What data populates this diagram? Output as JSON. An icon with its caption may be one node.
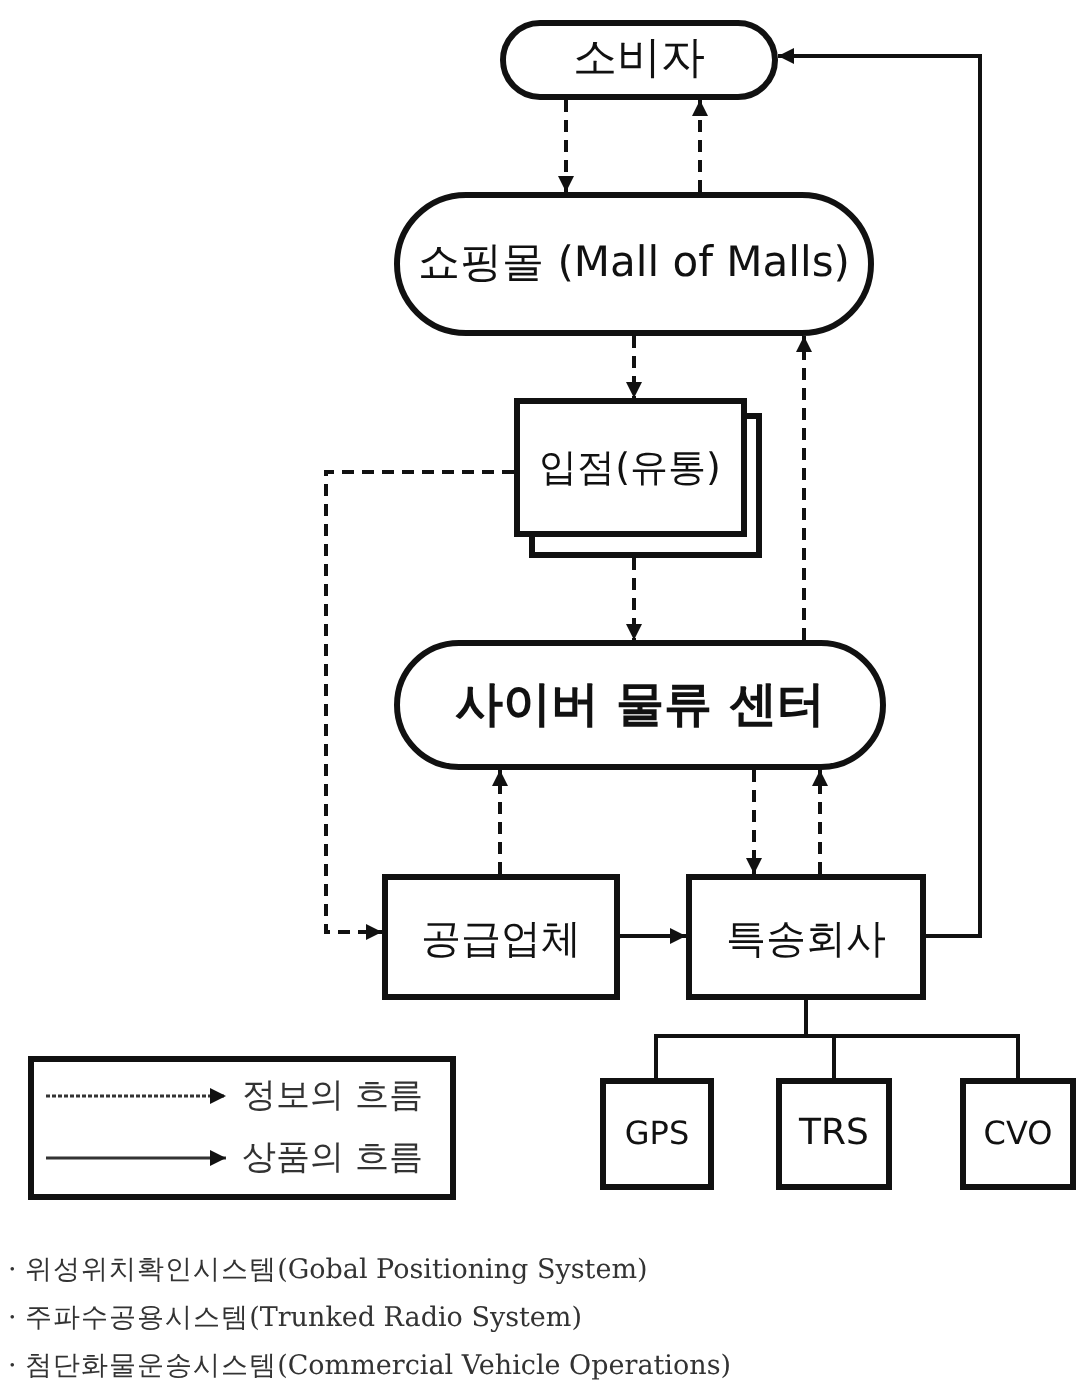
{
  "diagram": {
    "nodes": [
      {
        "text": [
          "소비자"
        ]
      },
      {
        "text": [
          "쇼핑몰 (Mall of Malls)"
        ]
      },
      {
        "text": [
          "입점(유통)"
        ]
      },
      {
        "text": [
          "사이버 물류 센터"
        ]
      },
      {
        "text": [
          "공급업체"
        ]
      },
      {
        "text": [
          "특송회사"
        ]
      },
      {
        "text": [
          "GPS"
        ]
      },
      {
        "text": [
          "TRS"
        ]
      },
      {
        "text": [
          "CVO"
        ]
      }
    ],
    "edges": [
      {
        "from": 0,
        "to": 1,
        "arrow": "to",
        "style": "dashed"
      },
      {
        "from": 1,
        "to": 0,
        "arrow": "to",
        "style": "dashed"
      },
      {
        "from": 1,
        "to": 2,
        "arrow": "to",
        "style": "dashed"
      },
      {
        "from": 3,
        "to": 1,
        "arrow": "to",
        "style": "dashed"
      },
      {
        "from": 2,
        "to": 3,
        "arrow": "to",
        "style": "dashed"
      },
      {
        "from": 2,
        "to": 4,
        "arrow": "to",
        "style": "dashed"
      },
      {
        "from": 4,
        "to": 3,
        "arrow": "to",
        "style": "dashed"
      },
      {
        "from": 3,
        "to": 5,
        "arrow": "to",
        "style": "dashed"
      },
      {
        "from": 5,
        "to": 3,
        "arrow": "to",
        "style": "dashed"
      },
      {
        "from": 4,
        "to": 5,
        "arrow": "to"
      },
      {
        "from": 5,
        "to": 0,
        "arrow": "to"
      },
      {
        "from": 5,
        "to": 6,
        "arrow": "none"
      },
      {
        "from": 5,
        "to": 7,
        "arrow": "none"
      },
      {
        "from": 5,
        "to": 8,
        "arrow": "none"
      }
    ],
    "labels": [
      "· 위성위치확인시스템(Gobal Positioning System)",
      "· 주파수공용시스템(Trunked Radio System)",
      "· 첨단화물운송시스템(Commercial Vehicle Operations)"
    ],
    "legend": [
      {
        "text": "정보의 흐름"
      },
      {
        "text": "상품의 흐름"
      }
    ]
  }
}
